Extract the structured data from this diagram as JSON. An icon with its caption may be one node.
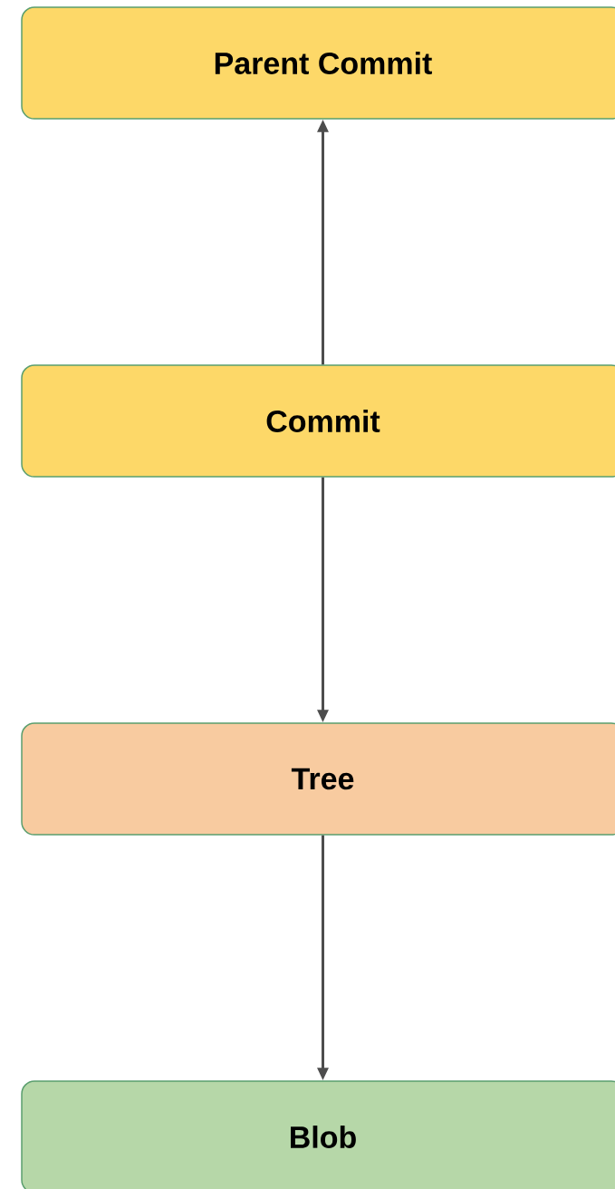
{
  "diagram": {
    "nodes": [
      {
        "text": [
          "Parent Commit"
        ]
      },
      {
        "text": [
          "Commit"
        ]
      },
      {
        "text": [
          "Tree"
        ]
      },
      {
        "text": [
          "Blob"
        ]
      }
    ],
    "edges": [
      {
        "from": 1,
        "to": 0,
        "arrow": "to"
      },
      {
        "from": 1,
        "to": 2,
        "arrow": "to"
      },
      {
        "from": 2,
        "to": 3,
        "arrow": "to"
      }
    ]
  }
}
